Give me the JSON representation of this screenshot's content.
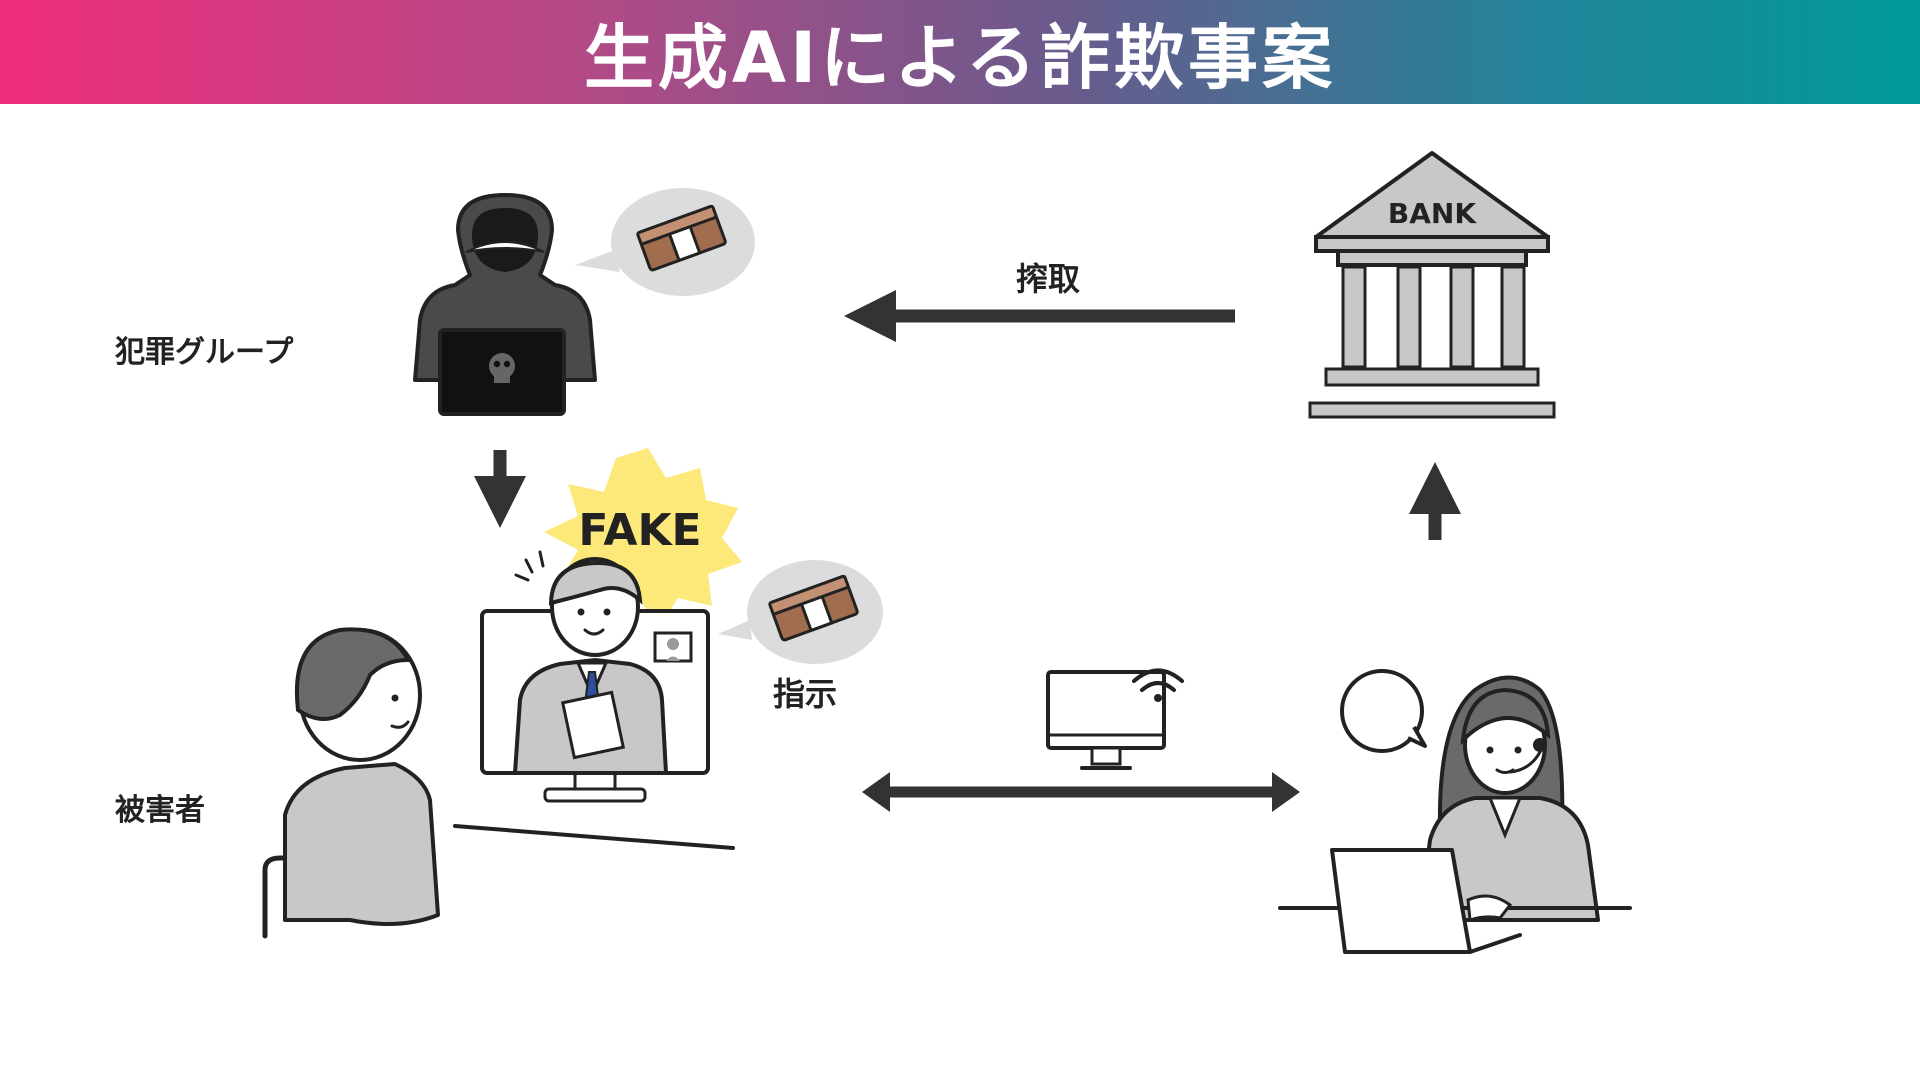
{
  "title": "生成AIによる詐欺事案",
  "labels": {
    "criminal_group": "犯罪グループ",
    "victim": "被害者",
    "exploit": "搾取",
    "instruction": "指示",
    "fake": "FAKE",
    "bank": "BANK"
  },
  "colors": {
    "gradient_start": "#ef2d7c",
    "gradient_end": "#00999a",
    "arrow": "#333333",
    "fake_burst": "#fde87a",
    "bubble": "#dcdcdc",
    "bank_gray": "#c8c8c8"
  }
}
